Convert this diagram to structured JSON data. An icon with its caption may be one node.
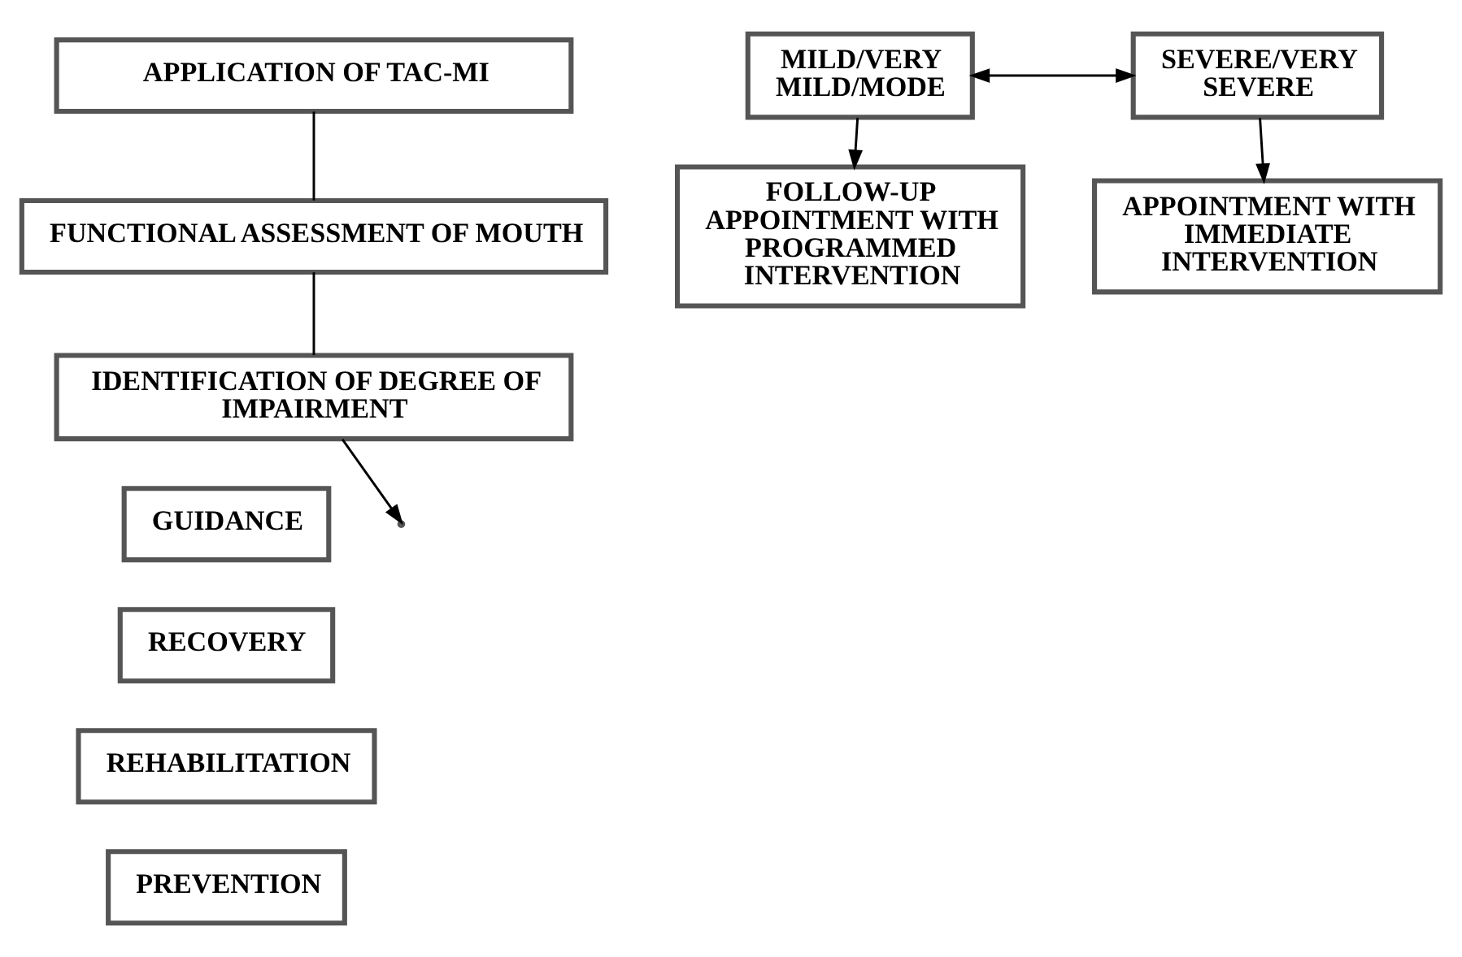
{
  "diagram": {
    "nodes": [
      {
        "text": [
          "APPLICATION OF TAC-MI"
        ]
      },
      {
        "text": [
          "FUNCTIONAL ASSESSMENT OF MOUTH"
        ]
      },
      {
        "text": [
          "IDENTIFICATION OF DEGREE OF IMPAIRMENT"
        ]
      },
      {
        "text": [
          "MILD/VERY MILD/MODE"
        ]
      },
      {
        "text": [
          "SEVERE/VERY SEVERE"
        ]
      },
      {
        "text": [
          "FOLLOW-UP APPOINTMENT WITH PROGRAMMED INTERVENTION"
        ]
      },
      {
        "text": [
          "APPOINTMENT WITH IMMEDIATE INTERVENTION"
        ]
      },
      {
        "text": [
          "GUIDANCE"
        ]
      },
      {
        "text": [
          "RECOVERY"
        ]
      },
      {
        "text": [
          "REHABILITATION"
        ]
      },
      {
        "text": [
          "PREVENTION"
        ]
      }
    ],
    "edges": [
      {
        "from": 0,
        "to": 1,
        "arrow": "none"
      },
      {
        "from": 1,
        "to": 2,
        "arrow": "none"
      },
      {
        "from": 2,
        "to": null,
        "arrow": "to"
      },
      {
        "from": 3,
        "to": 4,
        "arrow": "both"
      },
      {
        "from": 3,
        "to": 5,
        "arrow": "to"
      },
      {
        "from": 4,
        "to": 6,
        "arrow": "to"
      }
    ]
  }
}
